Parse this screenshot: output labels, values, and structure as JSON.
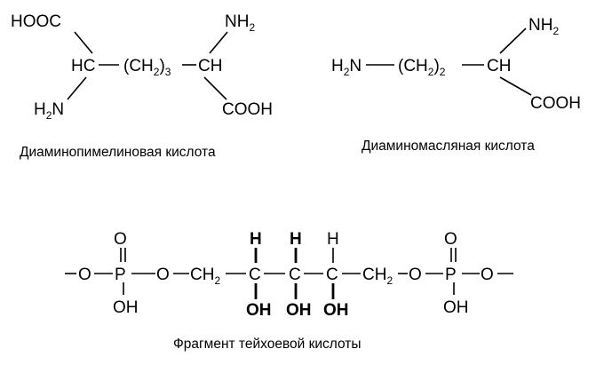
{
  "structures": [
    {
      "name": "Диаминопимелиновая кислота",
      "groups": {
        "cooh_left": "HOOC",
        "nh2_top": "NH",
        "nh2_top_sub": "2",
        "hc": "HC",
        "chain": "(CH",
        "chain_sub": "2",
        "chain_close": ")",
        "chain_mult": "3",
        "ch": "CH",
        "h2n": "H",
        "h2n_sub": "2",
        "h2n_n": "N",
        "cooh_right": "COOH"
      }
    },
    {
      "name": "Диаминомасляная кислота",
      "groups": {
        "h2n": "H",
        "h2n_sub": "2",
        "h2n_n": "N",
        "chain": "(CH",
        "chain_sub": "2",
        "chain_close": ")",
        "chain_mult": "2",
        "ch": "CH",
        "nh2": "NH",
        "nh2_sub": "2",
        "cooh": "COOH"
      }
    },
    {
      "name": "Фрагмент тейхоевой кислоты",
      "groups": {
        "o": "O",
        "p": "P",
        "oh": "OH",
        "ch2": "CH",
        "ch2_sub": "2",
        "c": "C",
        "h": "H"
      }
    }
  ]
}
